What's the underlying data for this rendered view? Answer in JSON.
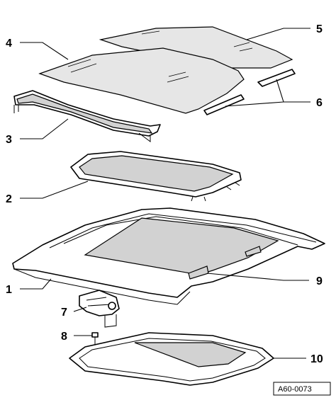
{
  "diagram": {
    "reference_code": "A60-0073",
    "callouts": [
      {
        "id": "label-1",
        "text": "1"
      },
      {
        "id": "label-2",
        "text": "2"
      },
      {
        "id": "label-3",
        "text": "3"
      },
      {
        "id": "label-4",
        "text": "4"
      },
      {
        "id": "label-5",
        "text": "5"
      },
      {
        "id": "label-6",
        "text": "6"
      },
      {
        "id": "label-7",
        "text": "7"
      },
      {
        "id": "label-8",
        "text": "8"
      },
      {
        "id": "label-9",
        "text": "9"
      },
      {
        "id": "label-10",
        "text": "10"
      }
    ]
  }
}
